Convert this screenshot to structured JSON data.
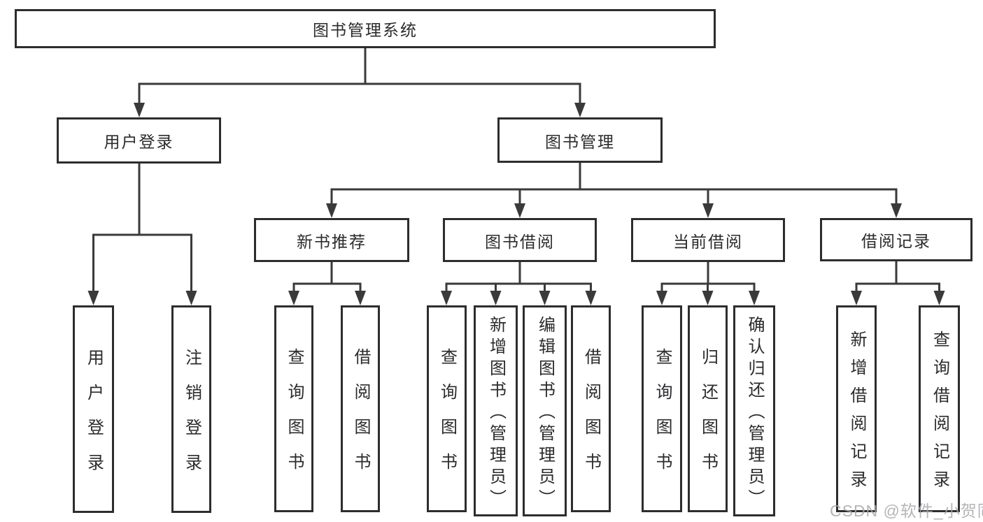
{
  "tree": {
    "root": {
      "label": "图书管理系统"
    },
    "level2": [
      {
        "label": "用户登录"
      },
      {
        "label": "图书管理"
      }
    ],
    "level3": [
      {
        "label": "新书推荐"
      },
      {
        "label": "图书借阅"
      },
      {
        "label": "当前借阅"
      },
      {
        "label": "借阅记录"
      }
    ],
    "leaves": {
      "user_login": [
        {
          "label": "用户登录"
        },
        {
          "label": "注销登录"
        }
      ],
      "new_books": [
        {
          "label": "查询图书"
        },
        {
          "label": "借阅图书"
        }
      ],
      "book_borrowing": [
        {
          "label": "查询图书"
        },
        {
          "label": "新增图书（管理员）"
        },
        {
          "label": "编辑图书（管理员）"
        },
        {
          "label": "借阅图书"
        }
      ],
      "current_borrowing": [
        {
          "label": "查询图书"
        },
        {
          "label": "归还图书"
        },
        {
          "label": "确认归还（管理员）"
        }
      ],
      "borrowing_records": [
        {
          "label": "新增借阅记录"
        },
        {
          "label": "查询借阅记录"
        }
      ]
    }
  },
  "watermark": {
    "text": "CSDN @软件_小贺同学"
  },
  "colors": {
    "line": "#3a3a3c",
    "box_border": "#2d2d2f",
    "text": "#2b2b2e",
    "watermark": "#a9a9ad",
    "background": "#ffffff"
  }
}
